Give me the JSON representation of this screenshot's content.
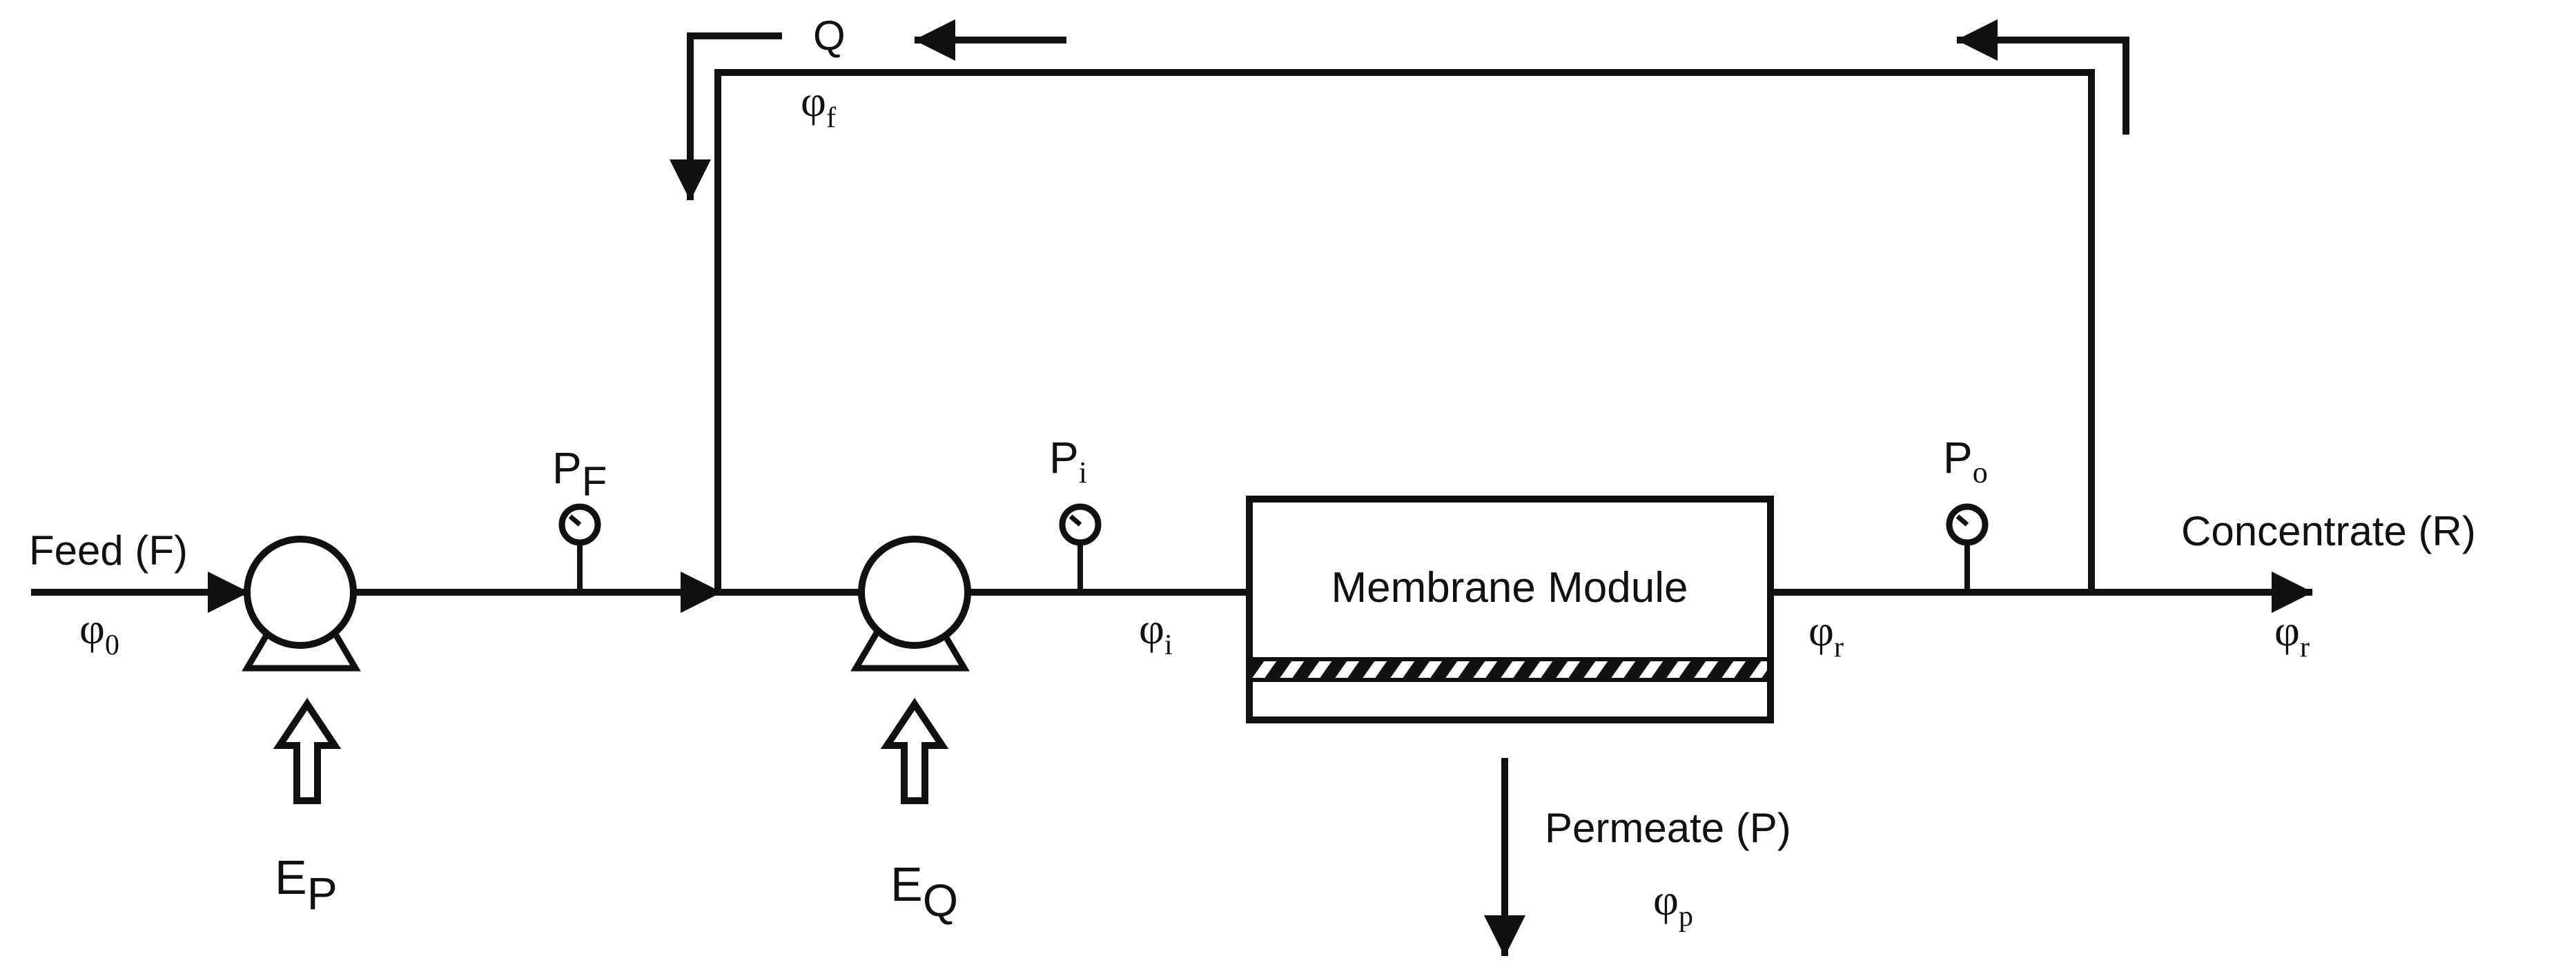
{
  "labels": {
    "feed": "Feed (F)",
    "phi0_sym": "φ",
    "phi0_sub": "0",
    "pf_main": "P",
    "pf_sub": "F",
    "ep_main": "E",
    "ep_sub": "P",
    "pi_main": "P",
    "pi_sub": "i",
    "eq_main": "E",
    "eq_sub": "Q",
    "phii_sym": "φ",
    "phii_sub": "i",
    "module": "Membrane Module",
    "phir1_sym": "φ",
    "phir1_sub": "r",
    "po_main": "P",
    "po_sub": "o",
    "concentrate": "Concentrate (R)",
    "phir2_sym": "φ",
    "phir2_sub": "r",
    "permeate": "Permeate (P)",
    "phip_sym": "φ",
    "phip_sub": "p",
    "q": "Q",
    "phif_sym": "φ",
    "phif_sub": "f"
  },
  "icons": {
    "pump1": "pump-icon",
    "pump2": "pump-icon",
    "gauge_pf": "pressure-gauge-icon",
    "gauge_pi": "pressure-gauge-icon",
    "gauge_po": "pressure-gauge-icon"
  },
  "colors": {
    "stroke": "#111111",
    "background": "#ffffff"
  }
}
